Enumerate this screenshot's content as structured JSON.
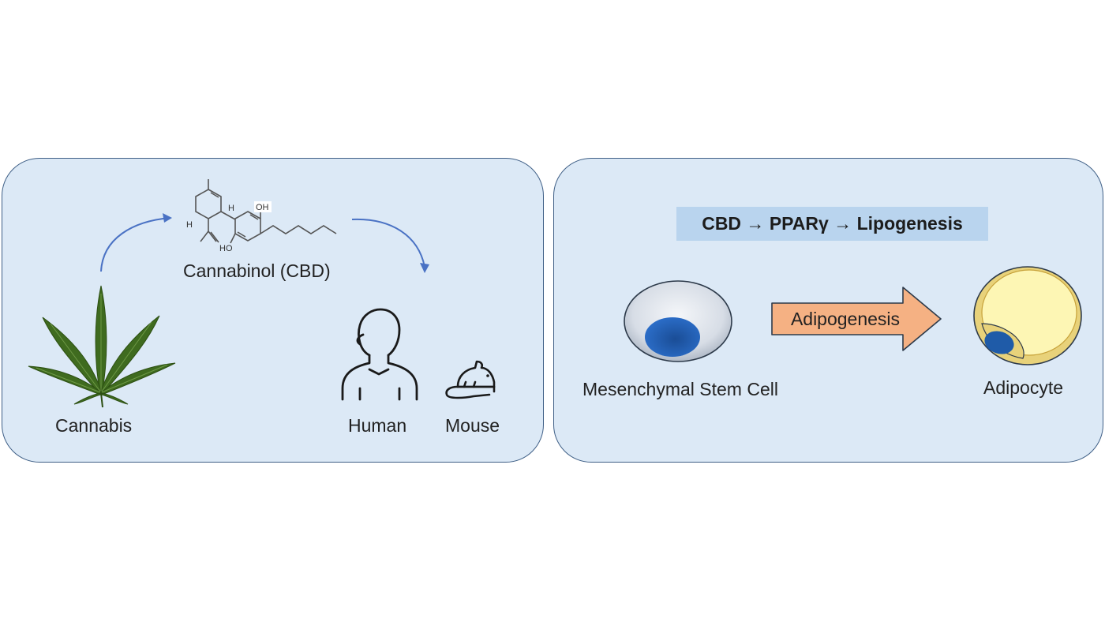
{
  "left_panel": {
    "compound_label": "Cannabinol (CBD)",
    "source_label": "Cannabis",
    "human_label": "Human",
    "mouse_label": "Mouse",
    "structure_atoms": {
      "oh_top": "OH",
      "oh_bottom": "HO",
      "h_a": "H",
      "h_b": "H"
    }
  },
  "right_panel": {
    "pathway": "CBD → PPARγ → Lipogenesis",
    "process_label": "Adipogenesis",
    "stem_cell_label": "Mesenchymal Stem Cell",
    "adipocyte_label": "Adipocyte"
  },
  "colors": {
    "panel_fill": "#dce9f6",
    "panel_border": "#3f5f86",
    "banner_fill": "#b9d4ee",
    "arrow_fill": "#f5b183",
    "curved_arrow": "#4a72c4",
    "leaf_green": "#3f6b1f",
    "lipid_yellow": "#fdf6b4",
    "nucleus_blue": "#1f5ba8"
  }
}
